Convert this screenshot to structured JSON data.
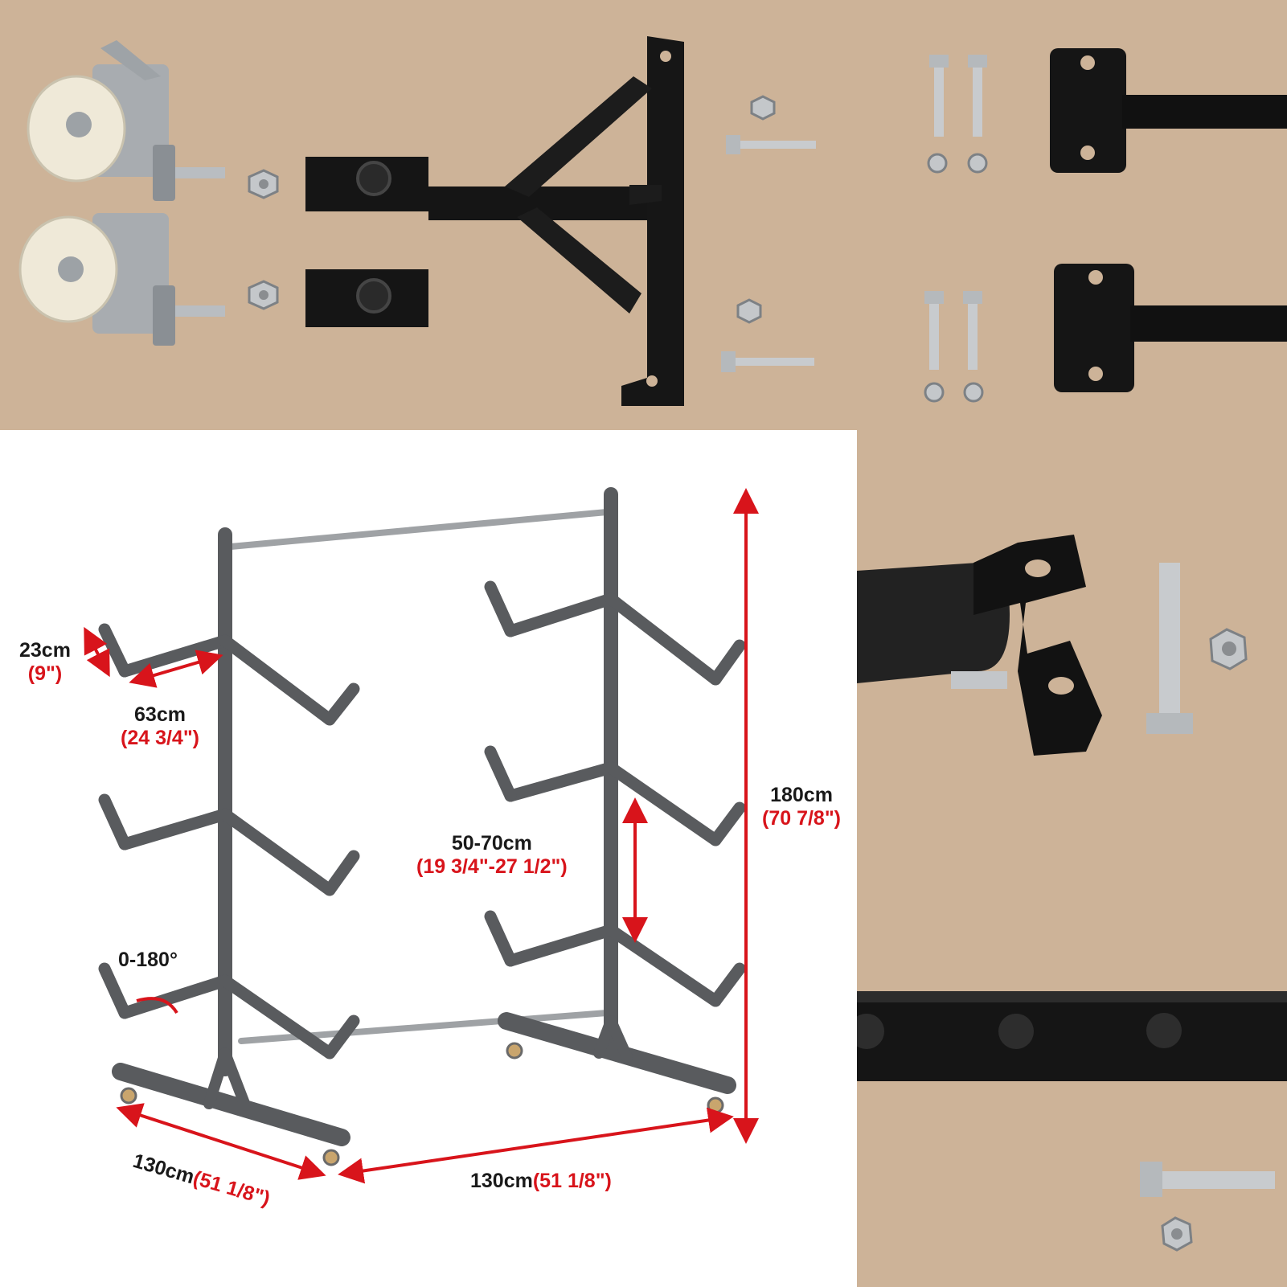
{
  "colors": {
    "cardboard": "#cdb398",
    "steel": "#1b1b1b",
    "metal": "#b8bcc0",
    "diagram_frame": "#57595c",
    "arrow_red": "#d8141b",
    "text_dark": "#1a1a1a"
  },
  "dimensions": {
    "arm_tip": {
      "metric": "23cm",
      "imperial": "(9\")"
    },
    "arm_length": {
      "metric": "63cm",
      "imperial": "(24 3/4\")"
    },
    "arm_spacing": {
      "metric": "50-70cm",
      "imperial": "(19 3/4\"-27 1/2\")"
    },
    "height": {
      "metric": "180cm",
      "imperial": "(70 7/8\")"
    },
    "angle": {
      "metric": "0-180°"
    },
    "depth": {
      "metric": "130cm",
      "imperial": "(51 1/8\")"
    },
    "width": {
      "metric": "130cm",
      "imperial": "(51 1/8\")"
    }
  }
}
